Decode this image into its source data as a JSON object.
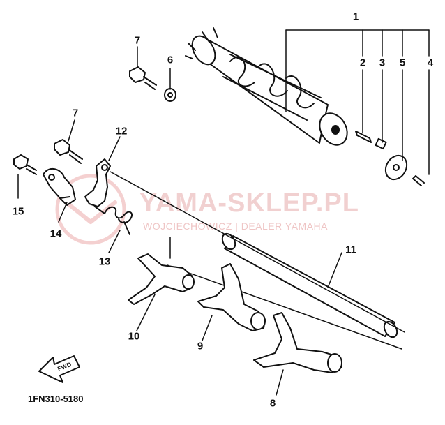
{
  "diagram": {
    "watermark": {
      "title": "YAMA-SKLEP.PL",
      "subtitle": "WOJCIECHOWICZ | DEALER YAMAHA",
      "color": "#e89a9a"
    },
    "part_code": "1FN310-5180",
    "arrow_label": "FWD",
    "callouts": {
      "c1": "1",
      "c2": "2",
      "c3": "3",
      "c4": "4",
      "c5": "5",
      "c6": "6",
      "c7a": "7",
      "c7b": "7",
      "c8": "8",
      "c9": "9",
      "c10": "10",
      "c11": "11",
      "c12": "12",
      "c13": "13",
      "c14": "14",
      "c15": "15"
    },
    "line_color": "#111111"
  }
}
